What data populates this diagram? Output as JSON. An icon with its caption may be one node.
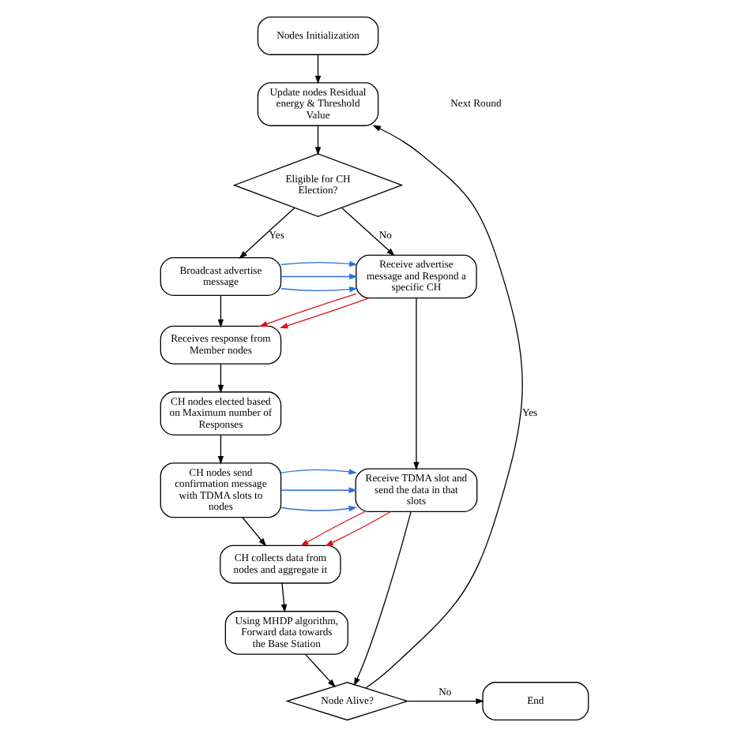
{
  "diagram": {
    "nodes": [
      {
        "text": [
          "Nodes Initialization"
        ]
      },
      {
        "text": [
          "Update nodes Residual energy & Threshold Value"
        ]
      },
      {
        "text": [
          "Eligible for CH Election?"
        ]
      },
      {
        "text": [
          "Broadcast advertise message"
        ]
      },
      {
        "text": [
          "Receive advertise message and Respond a specific CH"
        ]
      },
      {
        "text": [
          "Receives response from Member nodes"
        ]
      },
      {
        "text": [
          "CH nodes elected based on Maximum number of Responses"
        ]
      },
      {
        "text": [
          "CH nodes send confirmation message with TDMA slots to nodes"
        ]
      },
      {
        "text": [
          "Receive TDMA slot and send the data in that slots"
        ]
      },
      {
        "text": [
          "CH collects data from nodes and aggregate it"
        ]
      },
      {
        "text": [
          "Using MHDP algorithm, Forward data towards the Base Station"
        ]
      },
      {
        "text": [
          "Node Alive?"
        ]
      },
      {
        "text": [
          "End"
        ]
      }
    ],
    "edges": [
      {
        "from": 0,
        "to": 1,
        "arrow": "to"
      },
      {
        "from": 1,
        "to": 2,
        "arrow": "to"
      },
      {
        "from": 2,
        "to": 4,
        "arrow": "to",
        "label": "No"
      },
      {
        "from": 2,
        "to": 3,
        "arrow": "to",
        "label": "Yes"
      },
      {
        "from": 3,
        "to": 5,
        "arrow": "to"
      },
      {
        "from": 5,
        "to": 6,
        "arrow": "to"
      },
      {
        "from": 6,
        "to": 7,
        "arrow": "to"
      },
      {
        "from": 7,
        "to": 9,
        "arrow": "to"
      },
      {
        "from": 9,
        "to": 10,
        "arrow": "to"
      },
      {
        "from": 4,
        "to": 8,
        "arrow": "to"
      },
      {
        "from": 8,
        "to": 11,
        "arrow": "to"
      },
      {
        "from": 10,
        "to": 11,
        "arrow": "to"
      },
      {
        "from": 11,
        "to": 12,
        "arrow": "to",
        "label": "No"
      },
      {
        "from": 11,
        "to": 1,
        "arrow": "to",
        "label": "Yes"
      },
      {
        "from": 3,
        "to": 4,
        "arrow": "to",
        "color": "#2a6fe0"
      },
      {
        "from": 3,
        "to": 4,
        "arrow": "to",
        "color": "#2a6fe0"
      },
      {
        "from": 3,
        "to": 4,
        "arrow": "to",
        "color": "#2a6fe0"
      },
      {
        "from": 4,
        "to": 5,
        "arrow": "to",
        "color": "#e0101a"
      },
      {
        "from": 4,
        "to": 5,
        "arrow": "to",
        "color": "#e0101a"
      },
      {
        "from": 7,
        "to": 8,
        "arrow": "to",
        "color": "#2a6fe0"
      },
      {
        "from": 7,
        "to": 8,
        "arrow": "to",
        "color": "#2a6fe0"
      },
      {
        "from": 7,
        "to": 8,
        "arrow": "to",
        "color": "#2a6fe0"
      },
      {
        "from": 8,
        "to": 9,
        "arrow": "to",
        "color": "#e0101a"
      },
      {
        "from": 8,
        "to": 9,
        "arrow": "to",
        "color": "#e0101a"
      }
    ],
    "labels": [
      "Next Round"
    ]
  }
}
